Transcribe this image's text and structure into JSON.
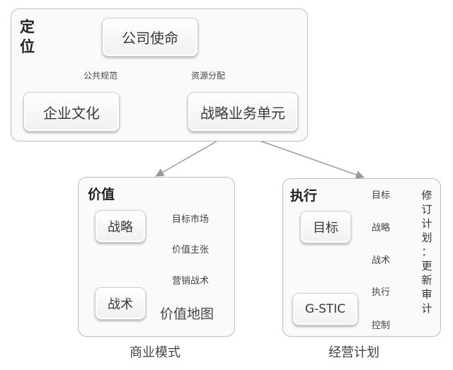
{
  "positioning": {
    "title_chars": [
      "定",
      "位"
    ],
    "mission": "公司使命",
    "edge_left_label": "公共规范",
    "edge_right_label": "资源分配",
    "culture": "企业文化",
    "sbu": "战略业务单元"
  },
  "value": {
    "title": "价值",
    "strategy": "战略",
    "tactics": "战术",
    "steps": [
      "目标市场",
      "价值主张",
      "营销战术"
    ],
    "map_label": "价值地图",
    "caption": "商业模式"
  },
  "execution": {
    "title": "执行",
    "goal": "目标",
    "gstic": "G-STIC",
    "steps": [
      "目标",
      "战略",
      "战术",
      "执行",
      "控制"
    ],
    "revise_chars": [
      "修",
      "订",
      "计",
      "划",
      "：",
      "更",
      "新",
      "审",
      "计"
    ],
    "caption": "经营计划"
  },
  "colors": {
    "line": "#9a9a9a",
    "panel_border": "#bdbdbd"
  }
}
